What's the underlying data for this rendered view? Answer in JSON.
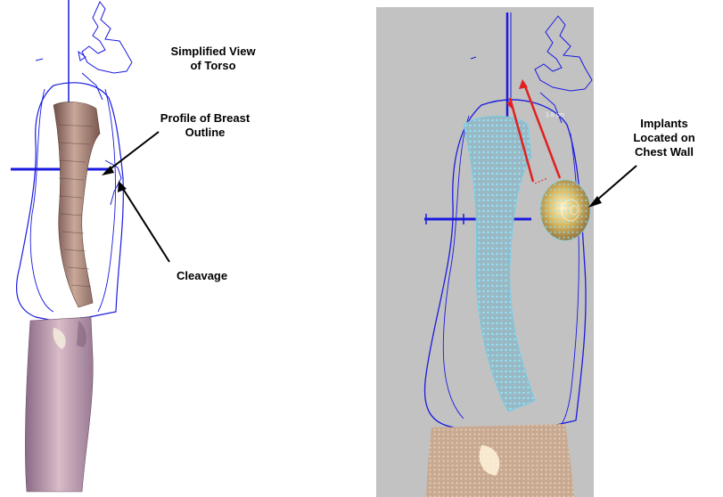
{
  "labels": {
    "simplified_line1": "Simplified View",
    "simplified_line2": "of Torso",
    "profile_line1": "Profile of Breast",
    "profile_line2": "Outline",
    "cleavage": "Cleavage",
    "implants_line1": "Implants",
    "implants_line2": "Located on",
    "implants_line3": "Chest Wall"
  },
  "measurement_text": "1.8 cm",
  "colors": {
    "outline_blue": "#1a1ae0",
    "spine_bronze": "#9a7a72",
    "spine_highlight": "#d8c0b0",
    "leg_purple": "#b89ab6",
    "right_panel_bg": "#c2c2c2",
    "dots_cyan": "#7fe0f5",
    "arrow_red": "#e02020",
    "implant_gold": "#d8b860"
  }
}
